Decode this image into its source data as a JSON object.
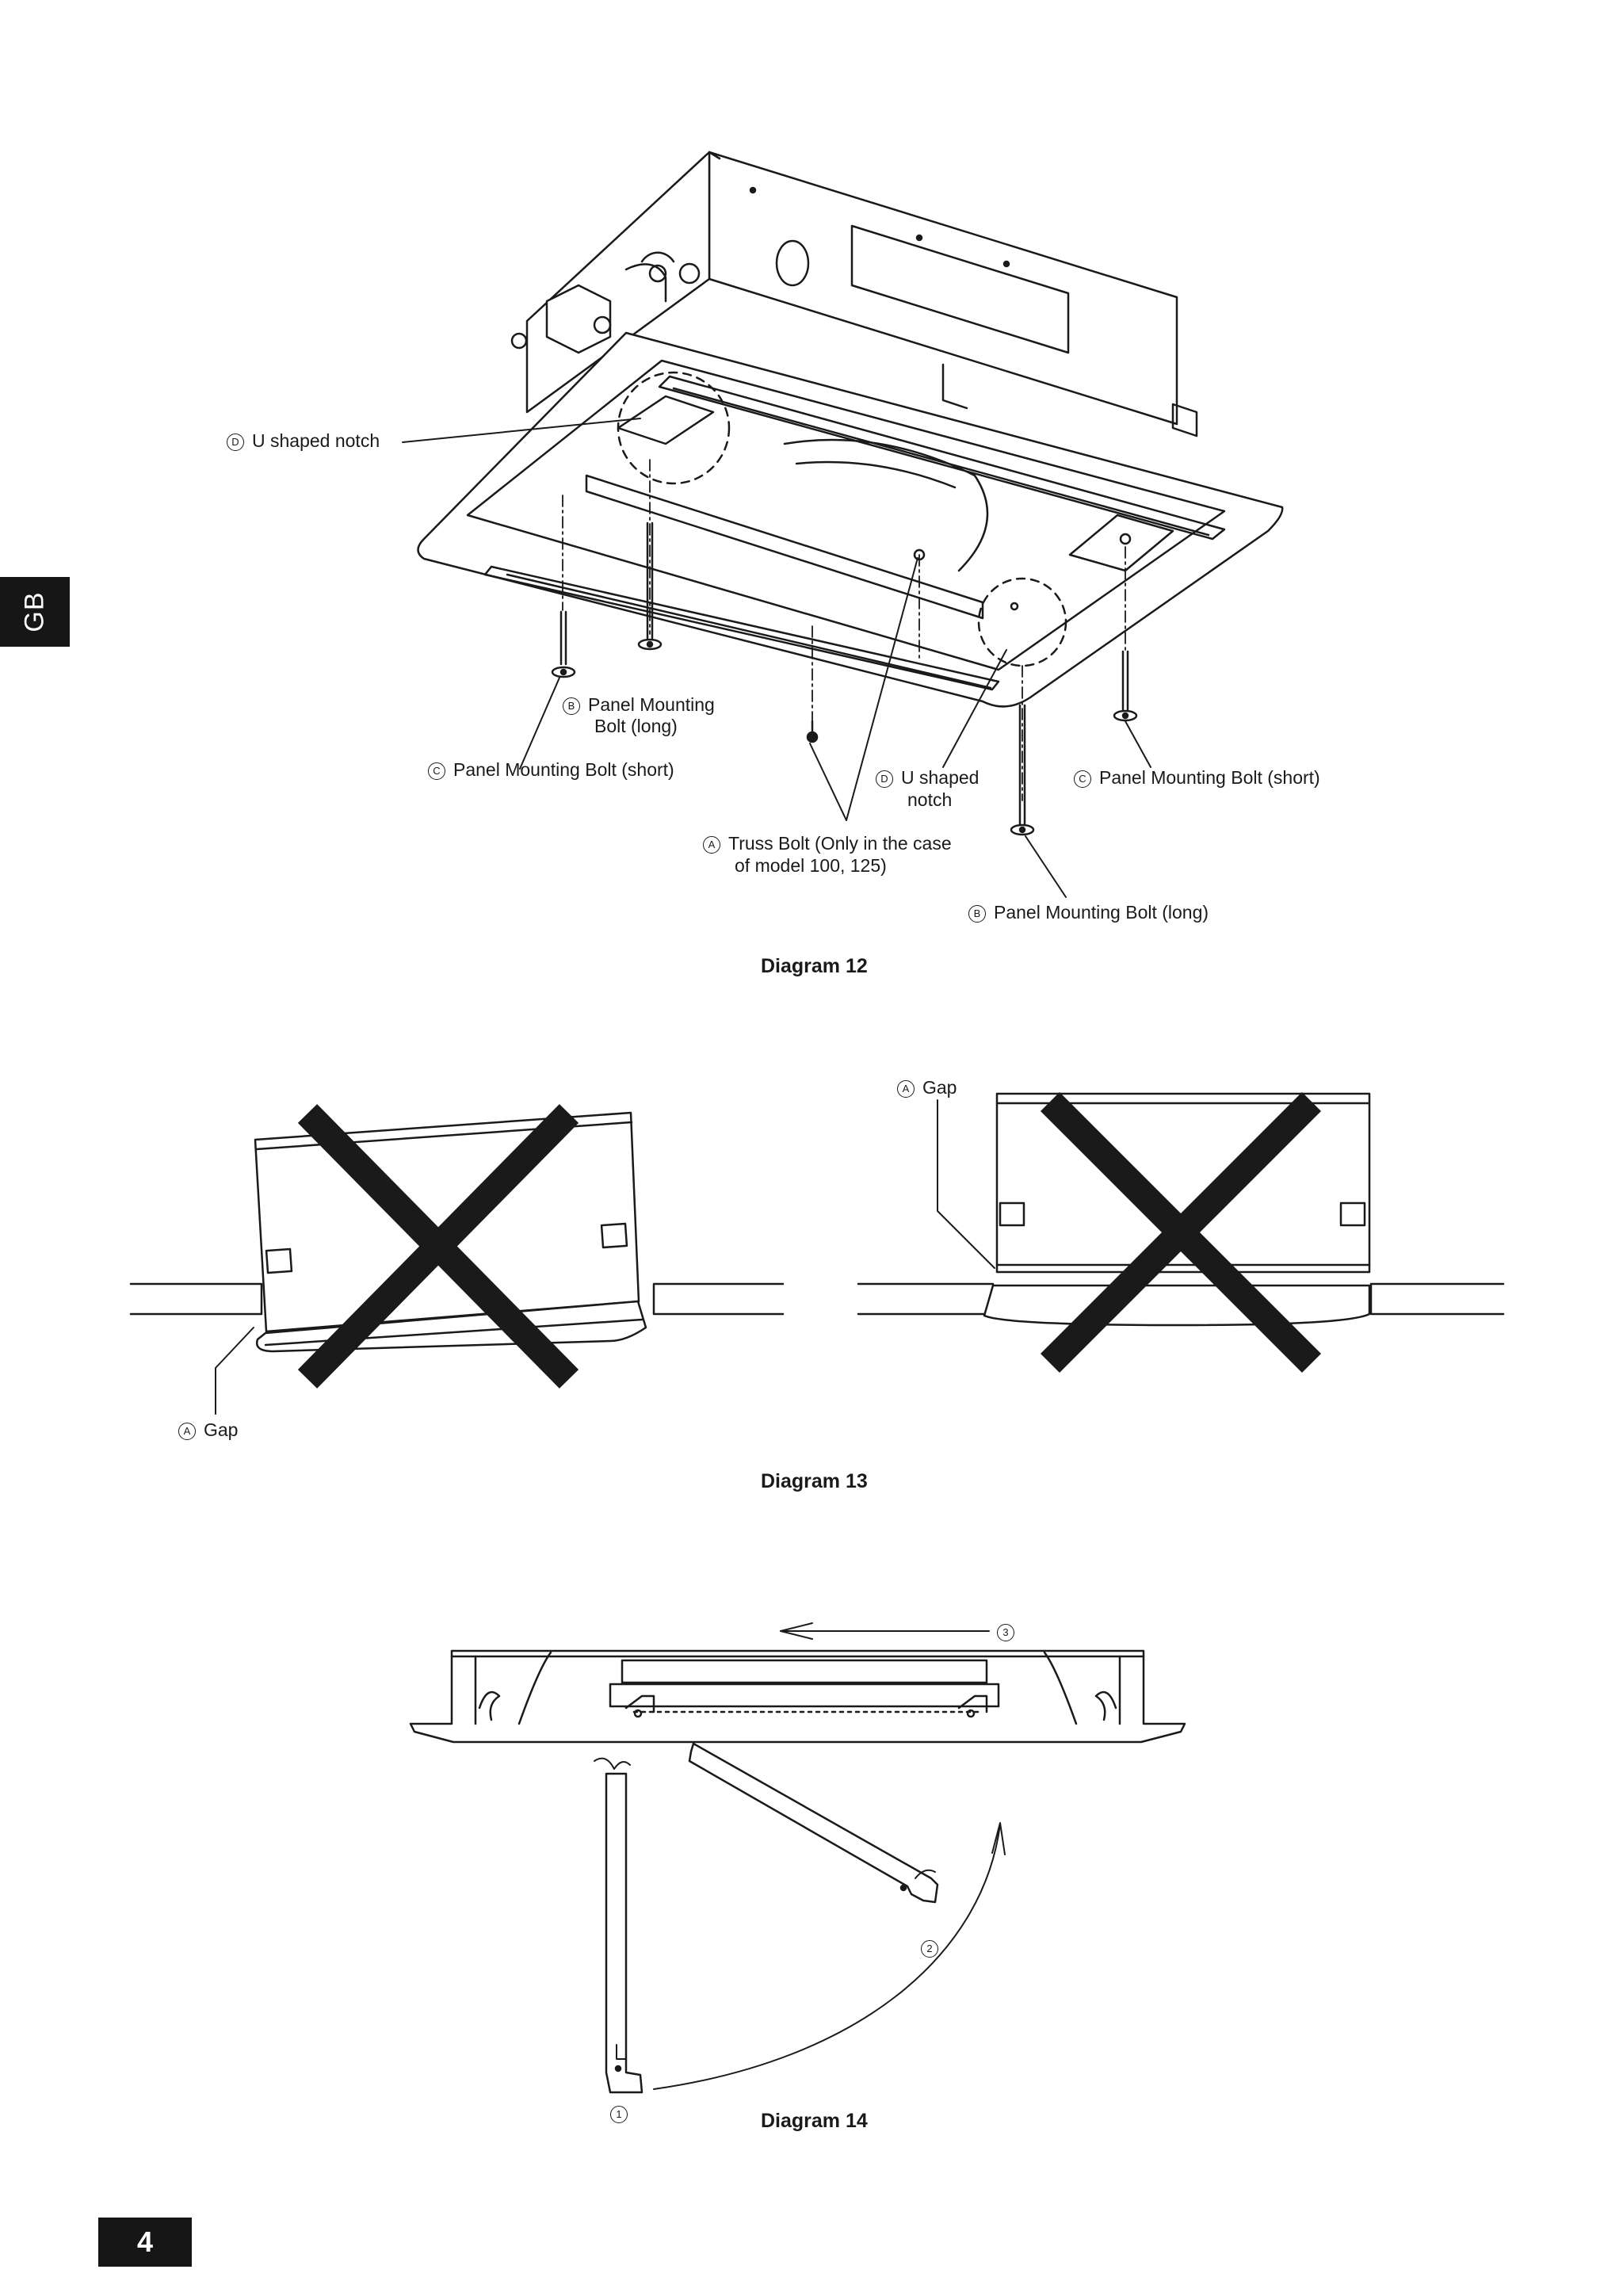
{
  "side_tab": "GB",
  "page_number": "4",
  "diagram12": {
    "caption": "Diagram 12",
    "labels": {
      "d_top": {
        "marker": "D",
        "text": "U shaped notch"
      },
      "b_left": {
        "marker": "B",
        "line1": "Panel Mounting",
        "line2": "Bolt (long)"
      },
      "c_left": {
        "marker": "C",
        "text": "Panel Mounting Bolt (short)"
      },
      "d_mid": {
        "marker": "D",
        "line1": "U shaped",
        "line2": "notch"
      },
      "c_right": {
        "marker": "C",
        "text": "Panel Mounting Bolt (short)"
      },
      "a_truss": {
        "marker": "A",
        "line1": "Truss Bolt (Only in the case",
        "line2": "of model 100, 125)"
      },
      "b_right": {
        "marker": "B",
        "text": "Panel Mounting Bolt (long)"
      }
    }
  },
  "diagram13": {
    "caption": "Diagram 13",
    "gap_left": {
      "marker": "A",
      "text": "Gap"
    },
    "gap_right": {
      "marker": "A",
      "text": "Gap"
    }
  },
  "diagram14": {
    "caption": "Diagram 14",
    "step1": "1",
    "step2": "2",
    "step3": "3"
  }
}
